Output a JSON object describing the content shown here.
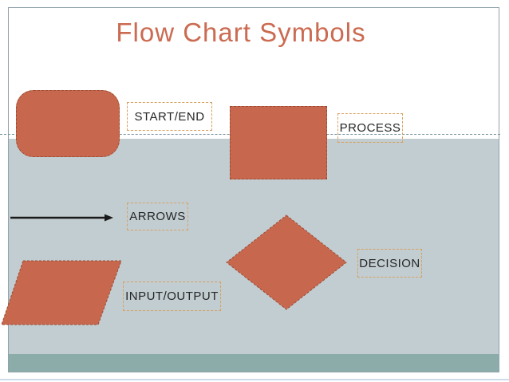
{
  "slide": {
    "title": "Flow Chart Symbols",
    "symbols": [
      {
        "id": "start-end",
        "shape": "rounded-rectangle",
        "label": "START/END"
      },
      {
        "id": "process",
        "shape": "rectangle",
        "label": "PROCESS"
      },
      {
        "id": "arrows",
        "shape": "arrow",
        "label": "ARROWS"
      },
      {
        "id": "decision",
        "shape": "diamond",
        "label": "DECISION"
      },
      {
        "id": "input-output",
        "shape": "parallelogram",
        "label": "INPUT/OUTPUT"
      }
    ],
    "colors": {
      "shape_fill": "#c7684e",
      "shape_stroke": "#9c4a33",
      "title_color": "#cb6b51",
      "label_border": "#d9a05e",
      "label_text": "#262626",
      "bg_lower": "#c2cdd2",
      "footer_band": "#8caca9",
      "guide_line": "#7a95a4",
      "slide_border": "#90a2ac",
      "arrow_color": "#1a1a1a",
      "next_slide_edge": "#ccdde9"
    }
  }
}
